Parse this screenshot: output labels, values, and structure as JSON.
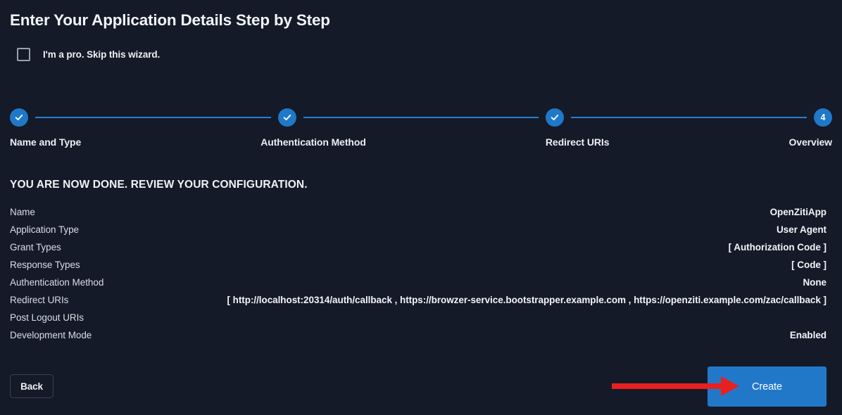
{
  "page": {
    "title": "Enter Your Application Details Step by Step",
    "skip_wizard_label": "I'm a pro. Skip this wizard.",
    "review_heading": "YOU ARE NOW DONE. REVIEW YOUR CONFIGURATION."
  },
  "stepper": {
    "steps": [
      {
        "label": "Name and Type",
        "state": "complete",
        "marker": "check"
      },
      {
        "label": "Authentication Method",
        "state": "complete",
        "marker": "check"
      },
      {
        "label": "Redirect URIs",
        "state": "complete",
        "marker": "check"
      },
      {
        "label": "Overview",
        "state": "active",
        "marker": "4"
      }
    ]
  },
  "summary": {
    "rows": [
      {
        "key": "Name",
        "value": "OpenZitiApp"
      },
      {
        "key": "Application Type",
        "value": "User Agent"
      },
      {
        "key": "Grant Types",
        "value": "[ Authorization Code ]"
      },
      {
        "key": "Response Types",
        "value": "[ Code ]"
      },
      {
        "key": "Authentication Method",
        "value": "None"
      },
      {
        "key": "Redirect URIs",
        "value": "[ http://localhost:20314/auth/callback , https://browzer-service.bootstrapper.example.com , https://openziti.example.com/zac/callback ]"
      },
      {
        "key": "Post Logout URIs",
        "value": ""
      },
      {
        "key": "Development Mode",
        "value": "Enabled"
      }
    ]
  },
  "footer": {
    "back_label": "Back",
    "create_label": "Create"
  },
  "annotation": {
    "arrow": "red-arrow-pointing-right-at-create-button"
  },
  "colors": {
    "background": "#141a28",
    "accent_blue": "#1f78c8",
    "step_line": "#2a7fd0",
    "annotation_red": "#e8201f",
    "text_primary": "#f2f4f8",
    "text_muted": "#d9dde4",
    "border": "#3b4256"
  }
}
